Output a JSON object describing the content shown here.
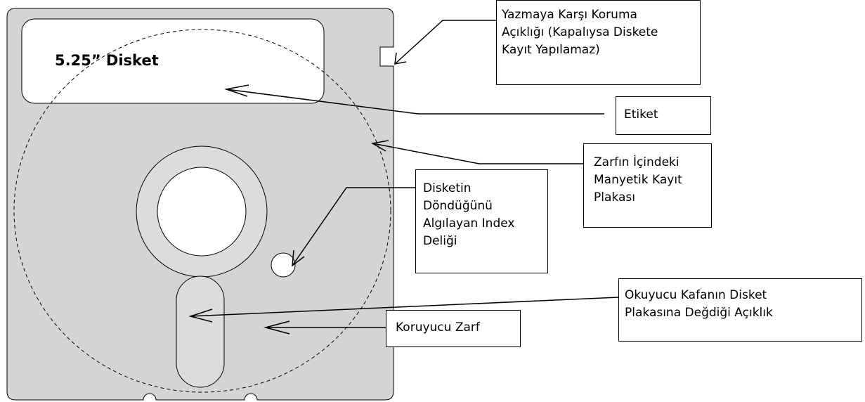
{
  "disk_label": "5.25” Disket",
  "callouts": {
    "write_protect": "Yazmaya Karşı Koruma\nAçıklığı (Kapalıysa Diskete\nKayıt Yapılamaz)",
    "label": "Etiket",
    "magnetic_plate": "Zarfın İçindeki\nManyetik Kayıt\nPlakası",
    "index_hole": "Disketin\nDöndüğünü\nAlgılayan Index\nDeliği",
    "read_head_opening": "Okuyucu Kafanın Disket\nPlakasına Değdiği Açıklık",
    "protective_envelope": "Koruyucu Zarf"
  },
  "colors": {
    "envelope": "#d4d4d4",
    "hub_ring": "#dcdcdc",
    "label_area": "#ffffff",
    "outline": "#000000"
  }
}
